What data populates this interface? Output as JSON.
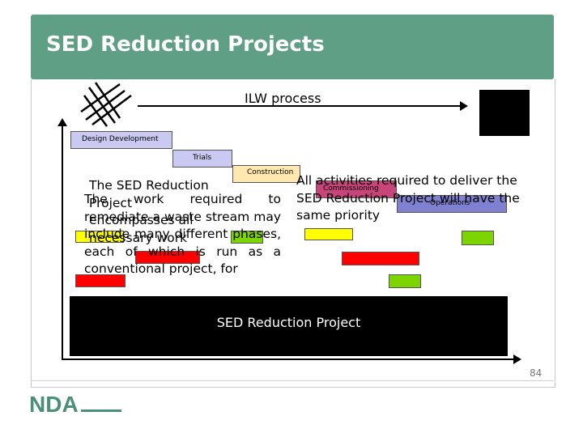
{
  "slide": {
    "title": "SED Reduction Projects",
    "page_number": "84"
  },
  "diagram": {
    "process_label": "ILW process",
    "phases": [
      {
        "label": "Design Development",
        "color": "#c9c9f2"
      },
      {
        "label": "Trials",
        "color": "#c9c9f2"
      },
      {
        "label": "Construction",
        "color": "#ffe8b0"
      },
      {
        "label": "Commissioning",
        "color": "#c7457a"
      },
      {
        "label": "Operations",
        "color": "#8080d0"
      }
    ],
    "colors": {
      "red": "#ff0000",
      "green": "#7cd400",
      "yellow": "#ffff00",
      "header_green": "#5f9f86"
    },
    "box_label": "SED Reduction Project"
  },
  "text": {
    "left_overlay": "The SED Reduction Project encompasses all necessary work",
    "left_paragraph": "The work required to remediate a waste stream may include many different phases, each of which is run as a conventional project, for",
    "right_paragraph": "All activities required to deliver the SED Reduction Project will have the same priority"
  },
  "logo": {
    "text": "NDA"
  }
}
